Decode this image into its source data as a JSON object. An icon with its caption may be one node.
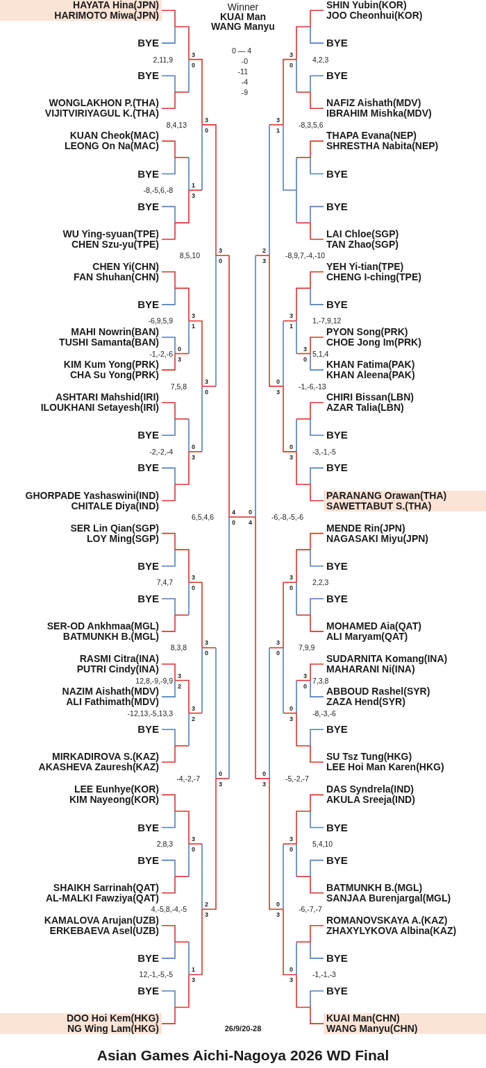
{
  "diagram": {
    "title": "Asian Games Aichi-Nagoya 2026 WD Final",
    "nodes": [
      {
        "text": [
          "HAYATA Hina(JPN)",
          "HARIMOTO Miwa(JPN)"
        ]
      },
      {
        "text": [
          "DOO Hoi Kem(HKG)",
          "NG Wing Lam(HKG)"
        ]
      },
      {
        "text": [
          "PARANANG Orawan(THA)",
          "SAWETTABUT S.(THA)"
        ]
      },
      {
        "text": [
          "KUAI Man(CHN)",
          "WANG Manyu(CHN)"
        ]
      }
    ],
    "labels": [
      "Winner",
      "KUAI Man",
      "WANG Manyu",
      "0 — 4",
      "-0",
      "-11",
      "-4",
      "-9",
      "BYE",
      "2,11,9",
      "3",
      "0",
      "BYE",
      "WONGLAKHON P.(THA)",
      "VIJITVIRIYAGUL K.(THA)",
      "8,4,13",
      "3",
      "0",
      "KUAN Cheok(MAC)",
      "LEONG On Na(MAC)",
      "BYE",
      "-8,-5,6,-8",
      "1",
      "3",
      "BYE",
      "WU Ying-syuan(TPE)",
      "CHEN Szu-yu(TPE)",
      "8,5,10",
      "3",
      "0",
      "CHEN Yi(CHN)",
      "FAN Shuhan(CHN)",
      "BYE",
      "-6,9,5,9",
      "3",
      "1",
      "MAHI Nowrin(BAN)",
      "TUSHI Samanta(BAN)",
      "-1,-2,-6",
      "0",
      "3",
      "KIM Kum Yong(PRK)",
      "CHA Su Yong(PRK)",
      "7,5,8",
      "3",
      "0",
      "ASHTARI Mahshid(IRI)",
      "ILOUKHANI Setayesh(IRI)",
      "BYE",
      "-2,-2,-4",
      "0",
      "3",
      "BYE",
      "GHORPADE Yashaswini(IND)",
      "CHITALE Diya(IND)",
      "6,5,4,6",
      "4",
      "0",
      "SER Lin Qian(SGP)",
      "LOY Ming(SGP)",
      "BYE",
      "7,4,7",
      "3",
      "0",
      "BYE",
      "SER-OD Ankhmaa(MGL)",
      "BATMUNKH B.(MGL)",
      "8,3,8",
      "3",
      "0",
      "RASMI Citra(INA)",
      "PUTRI Cindy(INA)",
      "12,8,-9,-9,9",
      "3",
      "2",
      "NAZIM Aishath(MDV)",
      "ALI Fathimath(MDV)",
      "-12,13,-5,13,3",
      "3",
      "2",
      "BYE",
      "MIRKADIROVA S.(KAZ)",
      "AKASHEVA Zauresh(KAZ)",
      "-4,-2,-7",
      "0",
      "3",
      "LEE Eunhye(KOR)",
      "KIM Nayeong(KOR)",
      "BYE",
      "2,8,3",
      "3",
      "0",
      "BYE",
      "SHAIKH Sarrinah(QAT)",
      "AL-MALKI Fawziya(QAT)",
      "4,-5,8,-4,-5",
      "2",
      "3",
      "KAMALOVA Arujan(UZB)",
      "ERKEBAEVA Asel(UZB)",
      "BYE",
      "12,-1,-5,-5",
      "1",
      "3",
      "BYE",
      "SHIN Yubin(KOR)",
      "JOO Cheonhui(KOR)",
      "BYE",
      "3",
      "0",
      "4,2,3",
      "BYE",
      "NAFIZ Aishath(MDV)",
      "IBRAHIM Mishka(MDV)",
      "3",
      "1",
      "-8,3,5,6",
      "THAPA Evana(NEP)",
      "SHRESTHA Nabita(NEP)",
      "BYE",
      "BYE",
      "LAI Chloe(SGP)",
      "TAN Zhao(SGP)",
      "2",
      "3",
      "-8,9,7,-4,-10",
      "YEH Yi-tian(TPE)",
      "CHENG I-ching(TPE)",
      "BYE",
      "3",
      "1",
      "1,-7,9,12",
      "PYON Song(PRK)",
      "CHOE Jong Im(PRK)",
      "3",
      "0",
      "5,1,4",
      "KHAN Fatima(PAK)",
      "KHAN Aleena(PAK)",
      "0",
      "3",
      "-1,-6,-13",
      "CHIRI Bissan(LBN)",
      "AZAR Talia(LBN)",
      "BYE",
      "0",
      "3",
      "-3,-1,-5",
      "BYE",
      "0",
      "4",
      "-6,-8,-5,-6",
      "MENDE Rin(JPN)",
      "NAGASAKI Miyu(JPN)",
      "BYE",
      "3",
      "0",
      "2,2,3",
      "BYE",
      "MOHAMED Aia(QAT)",
      "ALI Maryam(QAT)",
      "3",
      "0",
      "7,9,9",
      "SUDARNITA Komang(INA)",
      "MAHARANI Ni(INA)",
      "3",
      "0",
      "7,3,8",
      "ABBOUD Rashel(SYR)",
      "ZAZA Hend(SYR)",
      "0",
      "3",
      "-8,-3,-6",
      "BYE",
      "SU Tsz Tung(HKG)",
      "LEE Hoi Man Karen(HKG)",
      "0",
      "3",
      "-5,-2,-7",
      "DAS Syndrela(IND)",
      "AKULA Sreeja(IND)",
      "BYE",
      "3",
      "0",
      "5,4,10",
      "BYE",
      "BATMUNKH B.(MGL)",
      "SANJAA Burenjargal(MGL)",
      "0",
      "3",
      "-6,-7,-7",
      "ROMANOVSKAYA A.(KAZ)",
      "ZHAXYLYKOVA Albina(KAZ)",
      "BYE",
      "0",
      "3",
      "-1,-1,-3",
      "BYE",
      "26/9/20-28"
    ]
  }
}
